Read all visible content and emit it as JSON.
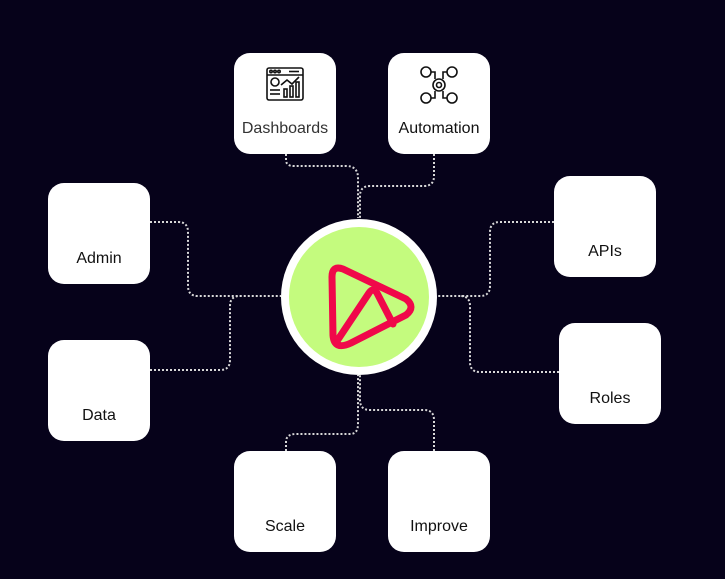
{
  "hub": {
    "logo": "play-triangle-logo",
    "color": "#c4fb7e",
    "logo_color": "#f0084a"
  },
  "nodes": {
    "dashboards": {
      "label": "Dashboards",
      "icon": "dashboard-chart-icon"
    },
    "automation": {
      "label": "Automation",
      "icon": "gear-users-icon"
    },
    "admin": {
      "label": "Admin"
    },
    "data": {
      "label": "Data"
    },
    "apis": {
      "label": "APIs"
    },
    "roles": {
      "label": "Roles"
    },
    "scale": {
      "label": "Scale"
    },
    "improve": {
      "label": "Improve"
    }
  }
}
